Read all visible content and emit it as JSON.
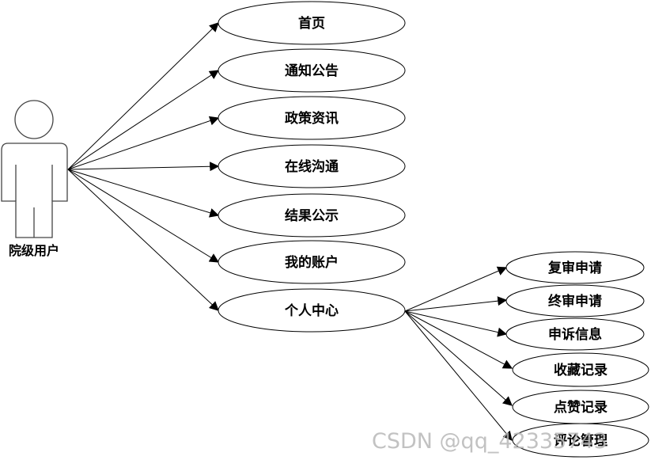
{
  "actor": {
    "label": "院级用户"
  },
  "use_cases": [
    {
      "id": "home",
      "label": "首页"
    },
    {
      "id": "notice",
      "label": "通知公告"
    },
    {
      "id": "policy",
      "label": "政策资讯"
    },
    {
      "id": "chat",
      "label": "在线沟通"
    },
    {
      "id": "result",
      "label": "结果公示"
    },
    {
      "id": "account",
      "label": "我的账户"
    },
    {
      "id": "center",
      "label": "个人中心"
    }
  ],
  "sub_cases": [
    {
      "id": "recheck",
      "label": "复审申请"
    },
    {
      "id": "final",
      "label": "终审申请"
    },
    {
      "id": "appeal",
      "label": "申诉信息"
    },
    {
      "id": "favorites",
      "label": "收藏记录"
    },
    {
      "id": "likes",
      "label": "点赞记录"
    },
    {
      "id": "comments",
      "label": "评论管理"
    }
  ],
  "watermark": "CSDN @qq_42335743"
}
